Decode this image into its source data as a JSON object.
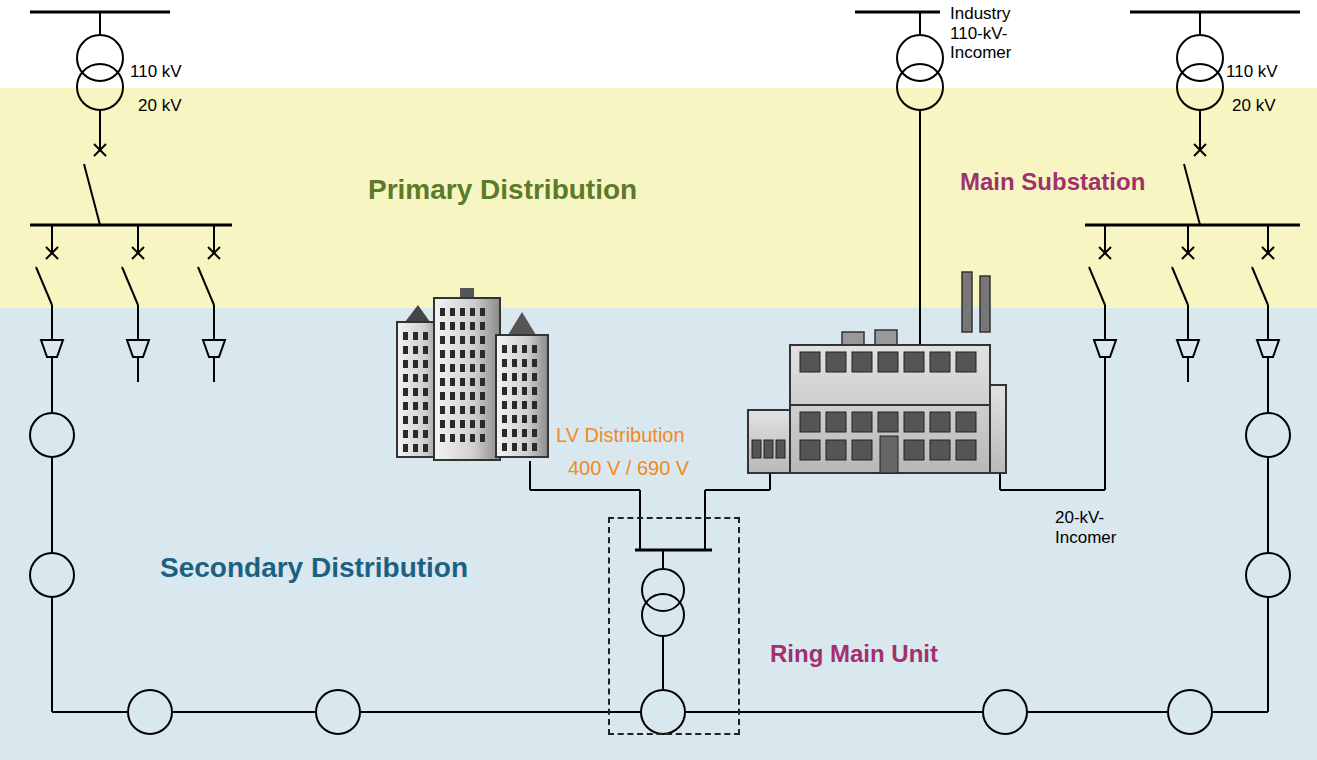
{
  "diagram": {
    "nodes": [
      {
        "text": [
          "Primary Distribution"
        ]
      },
      {
        "text": [
          "Secondary Distribution"
        ]
      },
      {
        "text": [
          "Ring Main Unit"
        ],
        "in": 1
      }
    ],
    "labels": [
      "110 kV",
      "20 kV",
      "Industry 110-kV- Incomer",
      "110 kV",
      "20 kV",
      "Main Substation",
      "LV Distribution",
      "400 V / 690 V",
      "20-kV- Incomer"
    ]
  }
}
